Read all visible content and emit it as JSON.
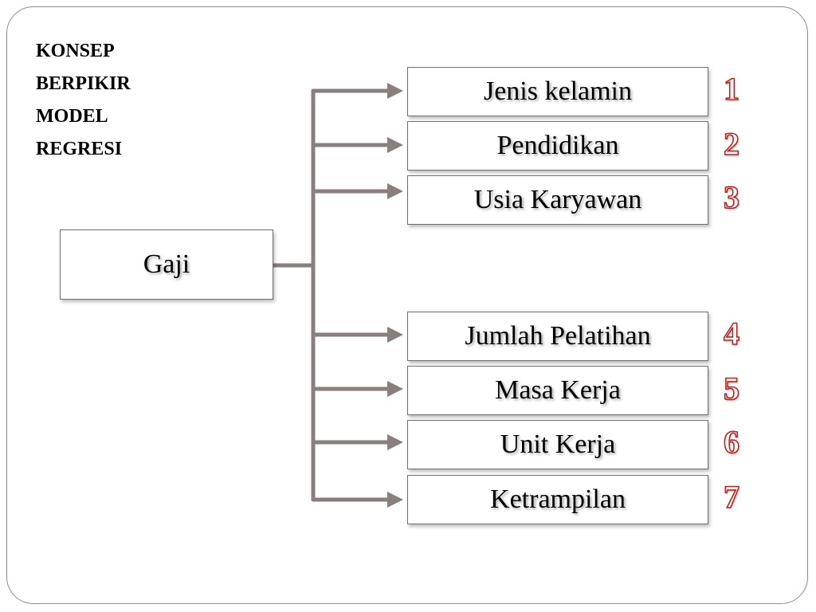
{
  "title": {
    "lines": [
      "KONSEP",
      "BERPIKIR",
      "MODEL",
      "REGRESI"
    ]
  },
  "source": {
    "label": "Gaji"
  },
  "targets": [
    {
      "label": "Jenis kelamin",
      "number": "1"
    },
    {
      "label": "Pendidikan",
      "number": "2"
    },
    {
      "label": "Usia Karyawan",
      "number": "3"
    },
    {
      "label": "Jumlah Pelatihan",
      "number": "4"
    },
    {
      "label": "Masa Kerja",
      "number": "5"
    },
    {
      "label": "Unit Kerja",
      "number": "6"
    },
    {
      "label": "Ketrampilan",
      "number": "7"
    }
  ],
  "colors": {
    "connector": "#8a7f7f",
    "number_outline": "#c0221e",
    "frame": "#8c8c8c"
  }
}
